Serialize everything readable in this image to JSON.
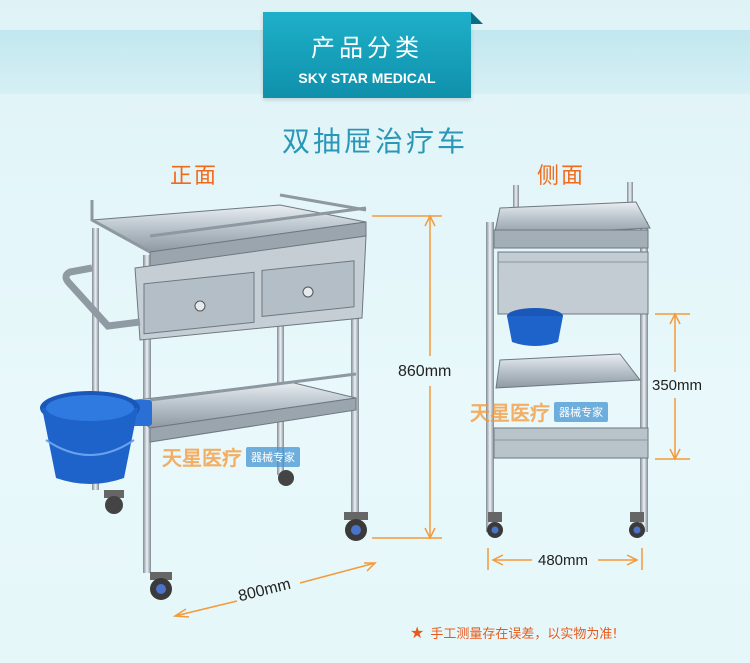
{
  "header": {
    "category_title": "产品分类",
    "brand_en": "SKY STAR MEDICAL"
  },
  "product": {
    "title": "双抽屉治疗车",
    "front_label": "正面",
    "side_label": "侧面"
  },
  "dimensions": {
    "height": "860mm",
    "width": "800mm",
    "depth": "480mm",
    "shelf_gap": "350mm"
  },
  "watermark": {
    "brand": "天星医疗",
    "tag": "器械专家"
  },
  "note": {
    "text": "手工测量存在误差，以实物为准!",
    "icon": "star-icon"
  },
  "colors": {
    "banner": "#1497b3",
    "title": "#2a97b8",
    "label": "#ef6b1c",
    "dimension_line": "#f39a3a",
    "bucket": "#1e63c9"
  }
}
